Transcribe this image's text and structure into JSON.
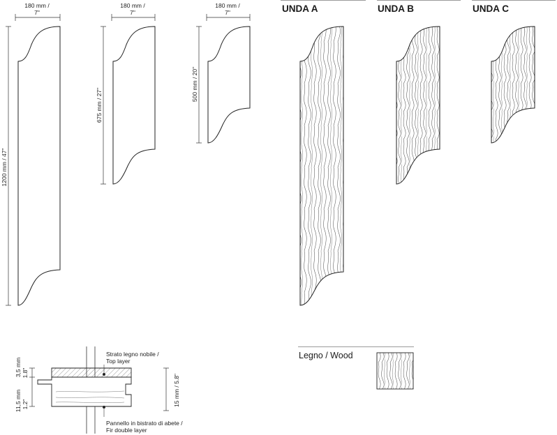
{
  "dimensions": {
    "width_label_mm": "180 mm /",
    "width_label_in": "7\"",
    "height_a": "1200 mm / 47\"",
    "height_b": "675 mm / 27\"",
    "height_c": "500 mm / 20\""
  },
  "models": {
    "a": "UNDA A",
    "b": "UNDA B",
    "c": "UNDA C"
  },
  "section": {
    "top_thickness_mm": "3,5 mm",
    "top_thickness_in": "1.8\"",
    "bottom_thickness_mm": "11,5 mm",
    "bottom_thickness_in": "1.2\"",
    "total_thickness": "15 mm / 5.8\"",
    "top_layer_it": "Strato legno nobile /",
    "top_layer_en": "Top layer",
    "bottom_layer_it": "Pannello in bistrato di abete /",
    "bottom_layer_en": "Fir double layer"
  },
  "finish": {
    "title": "Legno / Wood"
  },
  "colors": {
    "line": "#222222",
    "rule": "#9a9a9a",
    "grain": "#555555"
  }
}
